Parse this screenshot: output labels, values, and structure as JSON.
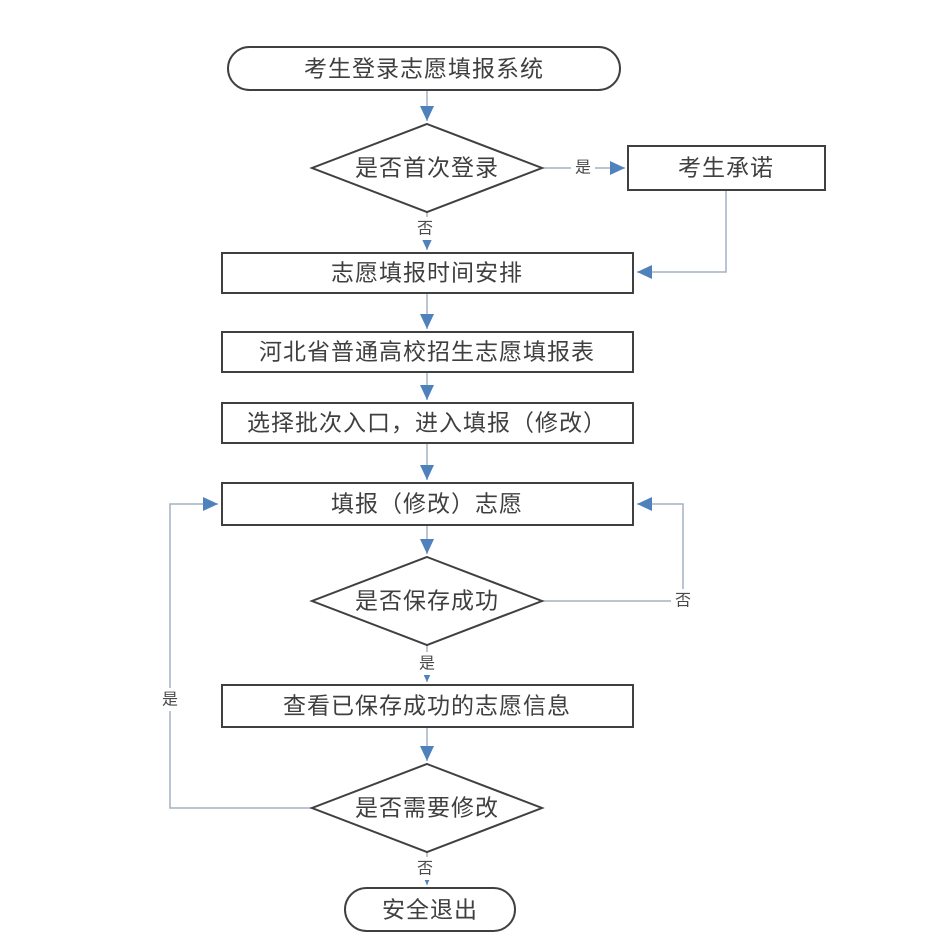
{
  "flowchart": {
    "nodes": {
      "start": "考生登录志愿填报系统",
      "first_login_decision": "是否首次登录",
      "candidate_promise": "考生承诺",
      "schedule": "志愿填报时间安排",
      "application_form": "河北省普通高校招生志愿填报表",
      "batch_entry": "选择批次入口，进入填报（修改）",
      "fill_modify": "填报（修改）志愿",
      "save_success_decision": "是否保存成功",
      "view_saved": "查看已保存成功的志愿信息",
      "need_modify_decision": "是否需要修改",
      "exit": "安全退出"
    },
    "labels": {
      "yes": "是",
      "no": "否"
    },
    "colors": {
      "shape_border": "#404040",
      "connector_line": "#a3b2c2",
      "arrowhead": "#4f81bd",
      "node_text": "#3f3f3f",
      "background": "#ffffff"
    }
  }
}
